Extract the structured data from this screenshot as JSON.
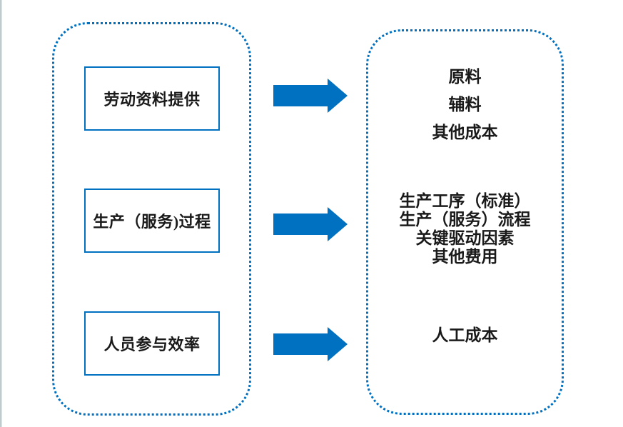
{
  "diagram": {
    "left_panel": {
      "boxes": [
        {
          "label": "劳动资料提供"
        },
        {
          "label": "生产（服务)过程"
        },
        {
          "label": "人员参与效率"
        }
      ]
    },
    "right_panel": {
      "groups": [
        {
          "items": [
            "原料",
            "辅料",
            "其他成本"
          ]
        },
        {
          "items": [
            "生产工序（标准）",
            "生产（服务）流程",
            "关键驱动因素",
            "其他费用"
          ]
        },
        {
          "items": [
            "人工成本"
          ]
        }
      ]
    },
    "arrows": [
      "right-arrow",
      "right-arrow",
      "right-arrow"
    ]
  },
  "colors": {
    "accent-blue": "#0070C0",
    "text": "#1a1a1a",
    "background": "#ffffff"
  }
}
